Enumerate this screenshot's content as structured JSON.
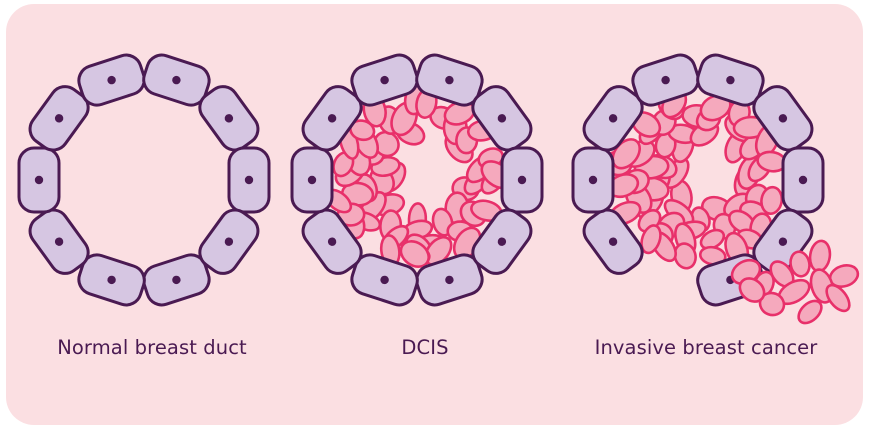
{
  "colors": {
    "background": "#fbdfe2",
    "duct_cell_fill": "#d6c6e2",
    "cell_outline": "#4a1a52",
    "nucleus": "#4a1a52",
    "cancer_cell_fill": "#f5a9bd",
    "cancer_cell_outline": "#e8306a",
    "caption_text": "#4a1a52"
  },
  "panels": [
    {
      "label": "Normal breast duct",
      "icon": "normal-duct-icon",
      "state": "normal"
    },
    {
      "label": "DCIS",
      "icon": "dcis-duct-icon",
      "state": "dcis"
    },
    {
      "label": "Invasive breast cancer",
      "icon": "invasive-duct-icon",
      "state": "invasive"
    }
  ]
}
